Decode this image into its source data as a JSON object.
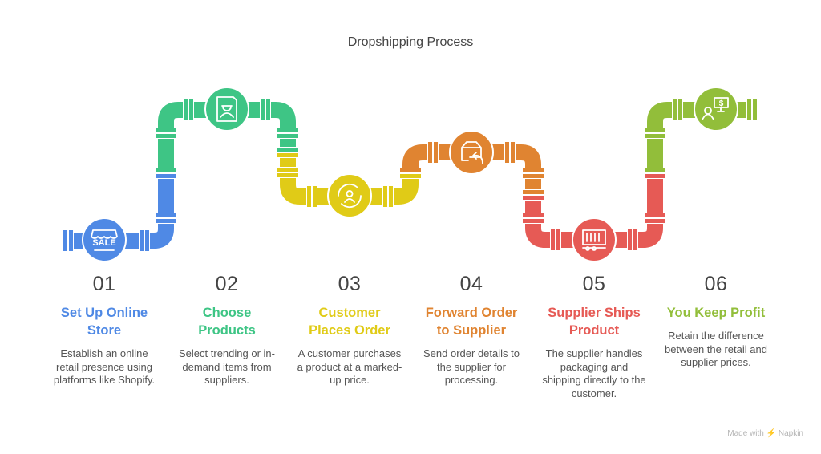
{
  "title": "Dropshipping Process",
  "colors": {
    "blue": "#4F89E5",
    "green": "#3EC585",
    "yellow": "#E0CB17",
    "orange": "#E08431",
    "red": "#E65A55",
    "lime": "#92BE3A"
  },
  "steps": [
    {
      "number": "01",
      "title": "Set Up Online Store",
      "description": "Establish an online retail presence using platforms like Shopify.",
      "color": "#4F89E5",
      "icon": "sale-storefront-icon"
    },
    {
      "number": "02",
      "title": "Choose Products",
      "description": "Select trending or in-demand items from suppliers.",
      "color": "#3EC585",
      "icon": "worker-id-card-icon"
    },
    {
      "number": "03",
      "title": "Customer Places Order",
      "description": "A customer purchases a product at a marked-up price.",
      "color": "#E0CB17",
      "icon": "customer-cycle-icon"
    },
    {
      "number": "04",
      "title": "Forward Order to Supplier",
      "description": "Send order details to the supplier for processing.",
      "color": "#E08431",
      "icon": "package-forward-icon"
    },
    {
      "number": "05",
      "title": "Supplier Ships Product",
      "description": "The supplier handles packaging and shipping directly to the customer.",
      "color": "#E65A55",
      "icon": "shipping-container-icon"
    },
    {
      "number": "06",
      "title": "You Keep Profit",
      "description": "Retain the difference between the retail and supplier prices.",
      "color": "#92BE3A",
      "icon": "person-dollar-monitor-icon"
    }
  ],
  "footer": "Made with ⚡ Napkin"
}
